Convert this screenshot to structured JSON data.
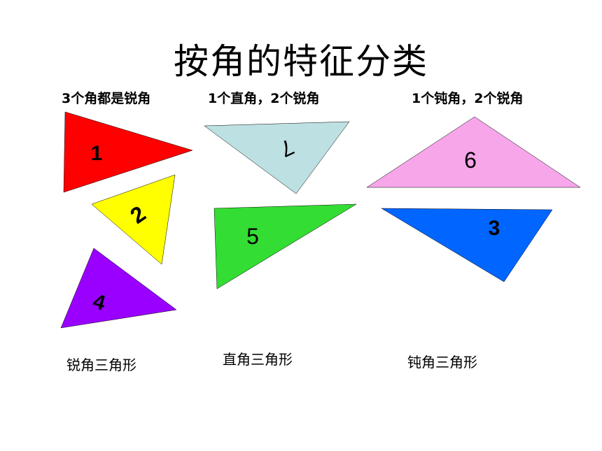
{
  "title": "按角的特征分类",
  "headers": [
    "3个角都是锐角",
    "1个直角，2个锐角",
    "1个钝角，2个锐角"
  ],
  "triangles": [
    {
      "label": "1",
      "color": "#ff0000"
    },
    {
      "label": "2",
      "color": "#ffff00"
    },
    {
      "label": "4",
      "color": "#9900ff"
    },
    {
      "label": "7",
      "color": "#bde0e2"
    },
    {
      "label": "5",
      "color": "#33dd33"
    },
    {
      "label": "6",
      "color": "#f7a6ea"
    },
    {
      "label": "3",
      "color": "#0066ff"
    }
  ],
  "captions": [
    "锐角三角形",
    "直角三角形",
    "钝角三角形"
  ]
}
